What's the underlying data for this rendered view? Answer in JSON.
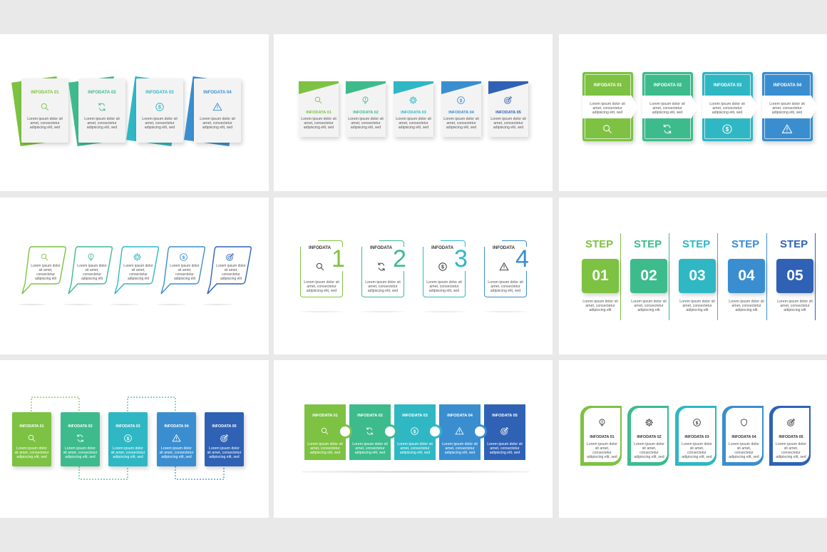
{
  "colors": {
    "c1": "#7dc242",
    "c2": "#3dbb8c",
    "c3": "#2fb7c4",
    "c4": "#3a8ed0",
    "c5": "#2f62b5"
  },
  "lorem": {
    "short": "Lorem ipsum dolor sit amet, consectetur adipiscing elit, sed",
    "mid": "Lorem ipsum dolor sit amet, consectetur adipiscing elit"
  },
  "p1": {
    "titles": [
      "INFODATA 01",
      "INFODATA 02",
      "INFODATA 03",
      "INFODATA 04"
    ],
    "icons": [
      "search-icon",
      "refresh-icon",
      "dollar-icon",
      "warning-icon"
    ]
  },
  "p2": {
    "titles": [
      "INFODATA 01",
      "INFODATA 02",
      "INFODATA 03",
      "INFODATA 04",
      "INFODATA 05"
    ],
    "icons": [
      "search-icon",
      "bulb-icon",
      "gear-icon",
      "dollar-icon",
      "target-icon"
    ]
  },
  "p3": {
    "titles": [
      "INFODATA 01",
      "INFODATA 02",
      "INFODATA 03",
      "INFODATA 04"
    ],
    "icons": [
      "search-icon",
      "refresh-icon",
      "dollar-icon",
      "warning-icon"
    ]
  },
  "p4": {
    "icons": [
      "search-icon",
      "bulb-icon",
      "gear-icon",
      "dollar-icon",
      "target-icon"
    ]
  },
  "p5": {
    "title": "INFODATA",
    "numbers": [
      "1",
      "2",
      "3",
      "4"
    ],
    "icons": [
      "search-icon",
      "refresh-icon",
      "dollar-icon",
      "warning-icon"
    ]
  },
  "p6": {
    "step": "STEP",
    "numbers": [
      "01",
      "02",
      "03",
      "04",
      "05"
    ]
  },
  "p7": {
    "titles": [
      "INFODATA 01",
      "INFODATA 02",
      "INFODATA 03",
      "INFODATA 04",
      "INFODATA 05"
    ],
    "icons": [
      "search-icon",
      "refresh-icon",
      "dollar-icon",
      "warning-icon",
      "target-icon"
    ]
  },
  "p8": {
    "titles": [
      "INFODATA 01",
      "INFODATA 02",
      "INFODATA 03",
      "INFODATA 04",
      "INFODATA 05"
    ],
    "icons": [
      "search-icon",
      "refresh-icon",
      "dollar-icon",
      "warning-icon",
      "target-icon"
    ]
  },
  "p9": {
    "titles": [
      "INFODATA 01",
      "INFODATA 02",
      "INFODATA 03",
      "INFODATA 04",
      "INFODATA 05"
    ],
    "icons": [
      "bulb-icon",
      "gear-icon",
      "dollar-icon",
      "shield-icon",
      "target-icon"
    ]
  }
}
